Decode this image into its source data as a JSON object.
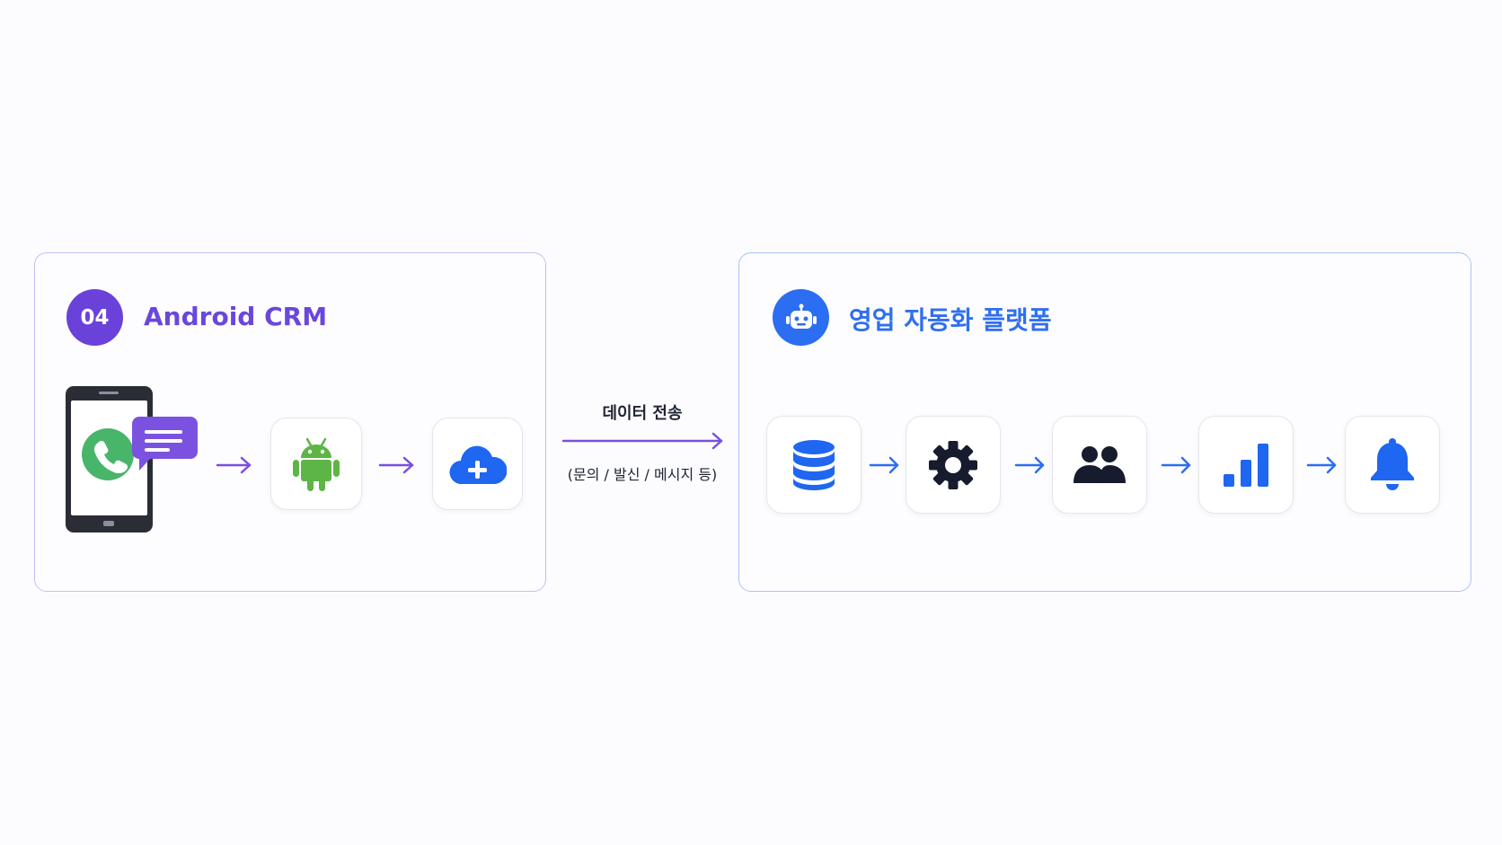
{
  "left_panel": {
    "badge": "04",
    "title": "Android CRM",
    "steps": [
      {
        "icon": "phone-message-icon",
        "color": "#1f2433"
      },
      {
        "icon": "android-icon",
        "color": "#5db546"
      },
      {
        "icon": "cloud-upload-icon",
        "color": "#2b6ef2"
      }
    ],
    "arrow_color": "#7a4fe0"
  },
  "transfer": {
    "label": "데이터 전송",
    "sublabel": "(문의 / 발신 / 메시지 등)",
    "arrow_color": "#7a4fe0"
  },
  "right_panel": {
    "badge_icon": "robot-icon",
    "title": "영업 자동화 플랫폼",
    "steps": [
      {
        "icon": "database-icon",
        "color": "#1f66f0"
      },
      {
        "icon": "gear-icon",
        "color": "#161b2e"
      },
      {
        "icon": "users-icon",
        "color": "#161b2e"
      },
      {
        "icon": "bar-chart-icon",
        "color": "#1f66f0"
      },
      {
        "icon": "bell-icon",
        "color": "#1f66f0"
      }
    ],
    "arrow_color": "#2b6ef2"
  }
}
